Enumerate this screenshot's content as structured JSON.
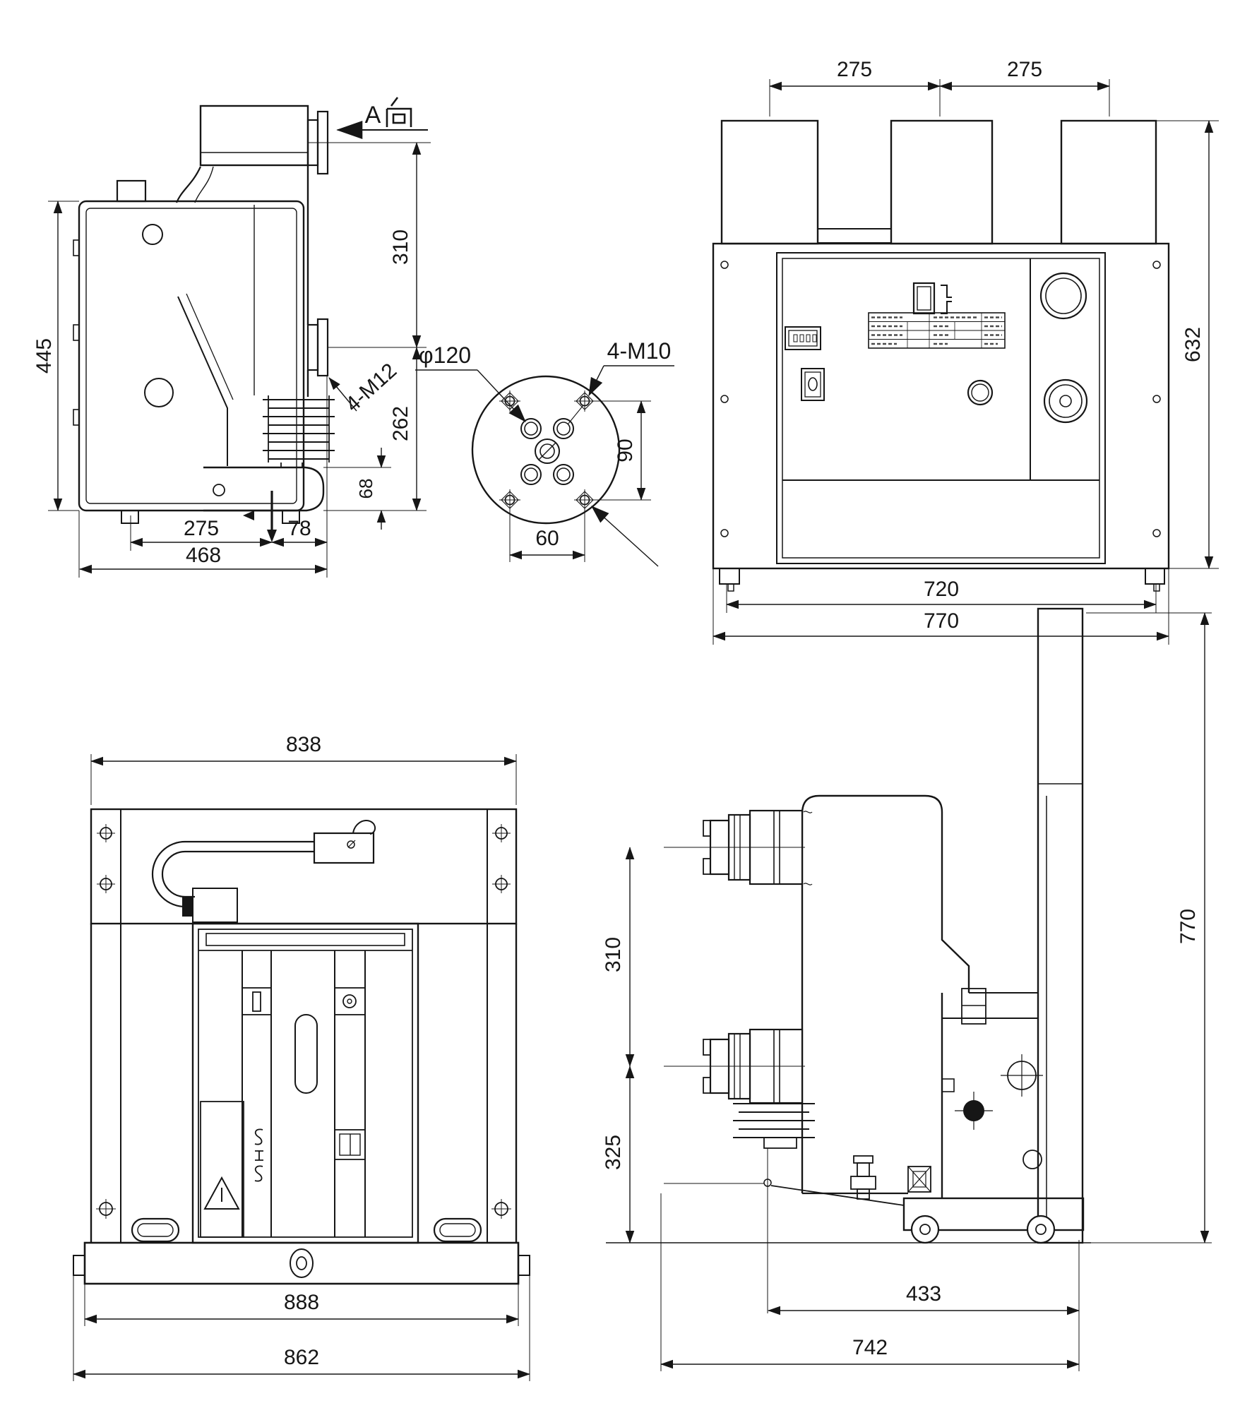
{
  "drawing": {
    "views": {
      "pole_side": {
        "direction_label": "A向",
        "direction_letter": "A",
        "thread_label": "4-M12",
        "dim_height": "445",
        "dim_upper_span": "310",
        "dim_lower_span": "262",
        "dim_foot": "68",
        "dim_base_left": "275",
        "dim_base_right": "78",
        "dim_total_width": "468"
      },
      "terminal_face": {
        "diameter_label": "φ120",
        "thread_label": "4-M10",
        "dim_vertical": "90",
        "dim_horizontal": "60"
      },
      "front": {
        "dim_pitch_left": "275",
        "dim_pitch_right": "275",
        "dim_height": "632",
        "dim_width_inner": "720",
        "dim_width_outer": "770"
      },
      "rear": {
        "dim_top_width": "838",
        "dim_base_width": "888",
        "dim_overall_width": "862"
      },
      "side_mounted": {
        "dim_terminal_pitch": "310",
        "dim_lower_height": "325",
        "dim_overall_height": "770",
        "dim_depth_inner": "433",
        "dim_depth_overall": "742"
      }
    }
  }
}
